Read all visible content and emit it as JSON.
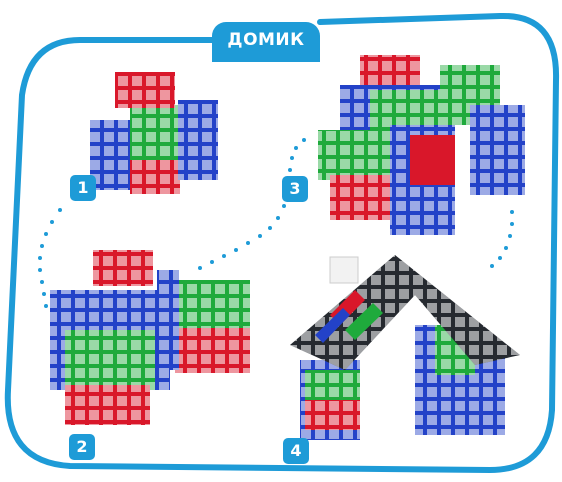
{
  "title": "ДОМИК",
  "steps": [
    {
      "number": "1"
    },
    {
      "number": "2"
    },
    {
      "number": "3"
    },
    {
      "number": "4"
    }
  ],
  "colors": {
    "frame": "#1e9bd7",
    "dots": "#1e9bd7",
    "blue": "#2342c8",
    "green": "#1faa3c",
    "red": "#d9172a",
    "black": "#262a30",
    "white": "#f2f2f2"
  },
  "icons": [
    "cube-block"
  ]
}
